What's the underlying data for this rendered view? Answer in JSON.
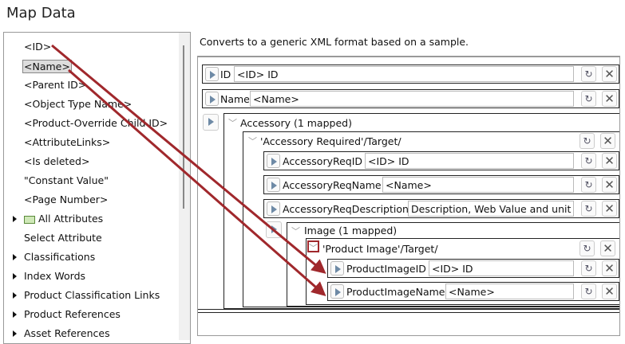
{
  "title": "Map Data",
  "left_panel": {
    "items": [
      {
        "label": "<ID>",
        "expandable": false
      },
      {
        "label": "<Name>",
        "expandable": false,
        "selected": true
      },
      {
        "label": "<Parent ID>",
        "expandable": false
      },
      {
        "label": "<Object Type Name>",
        "expandable": false
      },
      {
        "label": "<Product-Override Child ID>",
        "expandable": false
      },
      {
        "label": "<AttributeLinks>",
        "expandable": false
      },
      {
        "label": "<Is deleted>",
        "expandable": false
      },
      {
        "label": "\"Constant Value\"",
        "expandable": false
      },
      {
        "label": "<Page Number>",
        "expandable": false
      },
      {
        "label": "All Attributes",
        "expandable": true,
        "icon": "folder-icon"
      },
      {
        "label": "Select Attribute",
        "expandable": false
      },
      {
        "label": "Classifications",
        "expandable": true
      },
      {
        "label": "Index Words",
        "expandable": true
      },
      {
        "label": "Product Classification Links",
        "expandable": true
      },
      {
        "label": "Product References",
        "expandable": true
      },
      {
        "label": "Asset References",
        "expandable": true
      }
    ]
  },
  "description": "Converts to a generic XML format based on a sample.",
  "mapping": {
    "id": {
      "label": "ID",
      "value": "<ID> ID"
    },
    "name": {
      "label": "Name",
      "value": "<Name>"
    },
    "accessory": {
      "header": "Accessory (1 mapped)",
      "target": {
        "header": "'Accessory Required'/Target/",
        "rows": [
          {
            "label": "AccessoryReqID",
            "value": "<ID> ID"
          },
          {
            "label": "AccessoryReqName",
            "value": "<Name>"
          },
          {
            "label": "AccessoryReqDescription",
            "value": "Description, Web Value and unit"
          }
        ],
        "image": {
          "header": "Image (1 mapped)",
          "target": {
            "header": "'Product Image'/Target/",
            "rows": [
              {
                "label": "ProductImageID",
                "value": "<ID> ID"
              },
              {
                "label": "ProductImageName",
                "value": "<Name>"
              }
            ]
          }
        }
      }
    },
    "icons": {
      "refresh": "↻",
      "remove": "✕"
    }
  },
  "annotation_color": "#a0282c"
}
